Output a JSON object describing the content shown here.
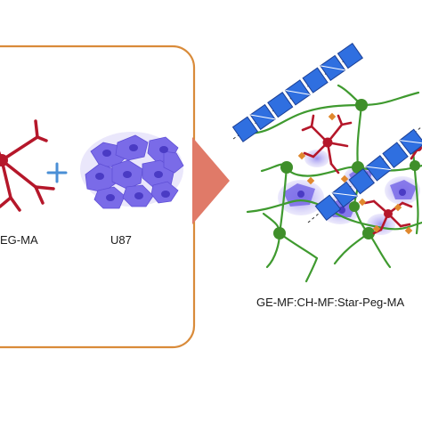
{
  "labels": {
    "star_peg": "EG-MA",
    "plus": "+",
    "cells": "U87",
    "product": "GE-MF:CH-MF:Star-Peg-MA"
  },
  "colors": {
    "box_border": "#d98b3a",
    "arrow": "#e07a68",
    "star_polymer": "#b5172a",
    "cell_fill": "#7a6be8",
    "cell_halo": "#b9b0f0",
    "gelatin_strand": "#3f9a2f",
    "gelatin_node": "#3f8f2a",
    "chitosan_block": "#2f6fe0",
    "crosslink": "#e0882e",
    "plus": "#4a8fd6"
  },
  "icons": [
    "star-polymer-icon",
    "cell-cluster-icon",
    "chitosan-chain-icon",
    "hydrogel-network-icon"
  ]
}
